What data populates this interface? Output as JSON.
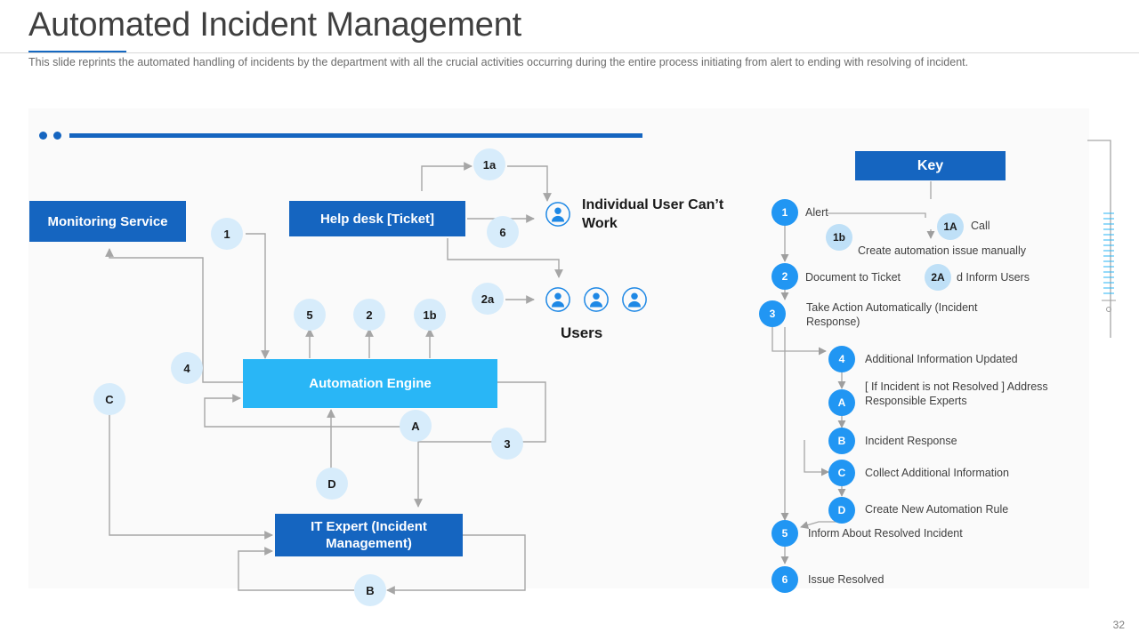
{
  "header": {
    "title": "Automated Incident Management",
    "subtitle": "This slide reprints the automated handling of incidents by the department with all the crucial activities occurring  during the entire process initiating from alert to ending with resolving of incident.",
    "accent_color": "#1669c1"
  },
  "flow": {
    "boxes": [
      {
        "id": "monitoring",
        "label": "Monitoring Service",
        "color": "#1565c0"
      },
      {
        "id": "helpdesk",
        "label": "Help desk [Ticket]",
        "color": "#1565c0"
      },
      {
        "id": "engine",
        "label": "Automation Engine",
        "color": "#29b6f6"
      },
      {
        "id": "itexpert",
        "label": "IT Expert (Incident Management)",
        "color": "#1565c0"
      }
    ],
    "badges": [
      {
        "id": "b1a",
        "label": "1a"
      },
      {
        "id": "b1",
        "label": "1"
      },
      {
        "id": "b6",
        "label": "6"
      },
      {
        "id": "b2a",
        "label": "2a"
      },
      {
        "id": "b5",
        "label": "5"
      },
      {
        "id": "b2",
        "label": "2"
      },
      {
        "id": "b1b",
        "label": "1b"
      },
      {
        "id": "b4",
        "label": "4"
      },
      {
        "id": "bC",
        "label": "C"
      },
      {
        "id": "bA",
        "label": "A"
      },
      {
        "id": "b3",
        "label": "3"
      },
      {
        "id": "bD",
        "label": "D"
      },
      {
        "id": "bB",
        "label": "B"
      }
    ],
    "labels": {
      "individual_user": "Individual User Can’t Work",
      "users": "Users"
    }
  },
  "key": {
    "title": "Key",
    "items": [
      {
        "badge": "1",
        "text": "Alert",
        "style": "solid"
      },
      {
        "badge": "1A",
        "text": "Call",
        "style": "pale"
      },
      {
        "badge": "1b",
        "text": "Create automation issue manually",
        "style": "pale"
      },
      {
        "badge": "2",
        "text": "Document to Ticket",
        "style": "solid"
      },
      {
        "badge": "2A",
        "text": "d Inform Users",
        "style": "pale"
      },
      {
        "badge": "3",
        "text": "Take Action Automatically (Incident Response)",
        "style": "solid"
      },
      {
        "badge": "4",
        "text": "Additional Information  Updated",
        "style": "solid"
      },
      {
        "badge": "A",
        "text": "[ If Incident is not Resolved  ] Address Responsible  Experts",
        "style": "solid"
      },
      {
        "badge": "B",
        "text": "Incident Response",
        "style": "solid"
      },
      {
        "badge": "C",
        "text": "Collect Additional  Information",
        "style": "solid"
      },
      {
        "badge": "D",
        "text": "Create New Automation Rule",
        "style": "solid"
      },
      {
        "badge": "5",
        "text": "Inform About Resolved  Incident",
        "style": "solid"
      },
      {
        "badge": "6",
        "text": "Issue Resolved",
        "style": "solid"
      }
    ]
  },
  "footer": {
    "page_number": "32"
  }
}
